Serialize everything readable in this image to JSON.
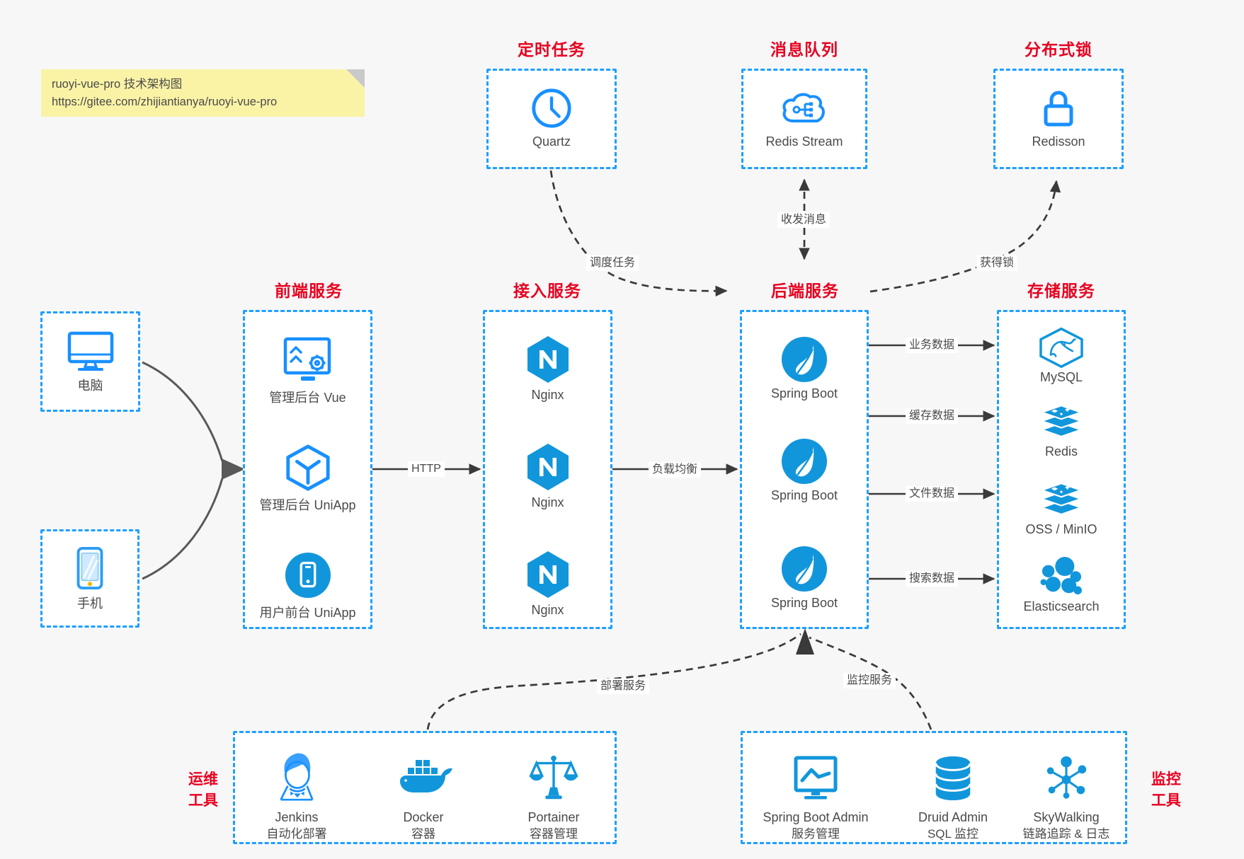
{
  "note": {
    "line1": "ruoyi-vue-pro 技术架构图",
    "line2": "https://gitee.com/zhijiantianya/ruoyi-vue-pro"
  },
  "groups": {
    "scheduler": {
      "title": "定时任务",
      "item": "Quartz"
    },
    "mq": {
      "title": "消息队列",
      "item": "Redis Stream"
    },
    "lock": {
      "title": "分布式锁",
      "item": "Redisson"
    },
    "frontend": {
      "title": "前端服务",
      "items": [
        "管理后台 Vue",
        "管理后台 UniApp",
        "用户前台 UniApp"
      ]
    },
    "gateway": {
      "title": "接入服务",
      "items": [
        "Nginx",
        "Nginx",
        "Nginx"
      ]
    },
    "backend": {
      "title": "后端服务",
      "items": [
        "Spring Boot",
        "Spring Boot",
        "Spring Boot"
      ]
    },
    "storage": {
      "title": "存储服务",
      "items": [
        "MySQL",
        "Redis",
        "OSS / MinIO",
        "Elasticsearch"
      ]
    },
    "devops": {
      "title": "运维\n工具",
      "items": [
        {
          "name": "Jenkins",
          "desc": "自动化部署"
        },
        {
          "name": "Docker",
          "desc": "容器"
        },
        {
          "name": "Portainer",
          "desc": "容器管理"
        }
      ]
    },
    "monitor": {
      "title": "监控\n工具",
      "items": [
        {
          "name": "Spring Boot Admin",
          "desc": "服务管理"
        },
        {
          "name": "Druid Admin",
          "desc": "SQL 监控"
        },
        {
          "name": "SkyWalking",
          "desc": "链路追踪 & 日志"
        }
      ]
    }
  },
  "clients": {
    "pc": {
      "label": "电脑"
    },
    "mobile": {
      "label": "手机"
    }
  },
  "edges": {
    "http": "HTTP",
    "lb": "负载均衡",
    "biz": "业务数据",
    "cache": "缓存数据",
    "file": "文件数据",
    "search": "搜索数据",
    "schedule": "调度任务",
    "msg": "收发消息",
    "lock": "获得锁",
    "deploy": "部署服务",
    "monitor": "监控服务"
  },
  "colors": {
    "background": "#f7f7f8",
    "box_border_blue": "#1e9fff",
    "icon_stroke_blue": "#1890ff",
    "icon_fill_blue": "#1296db",
    "title_red": "#e8001f",
    "arrow_dark": "#3a3a3a",
    "client_curve_gray": "#595959",
    "note_yellow": "#faf3a6"
  }
}
